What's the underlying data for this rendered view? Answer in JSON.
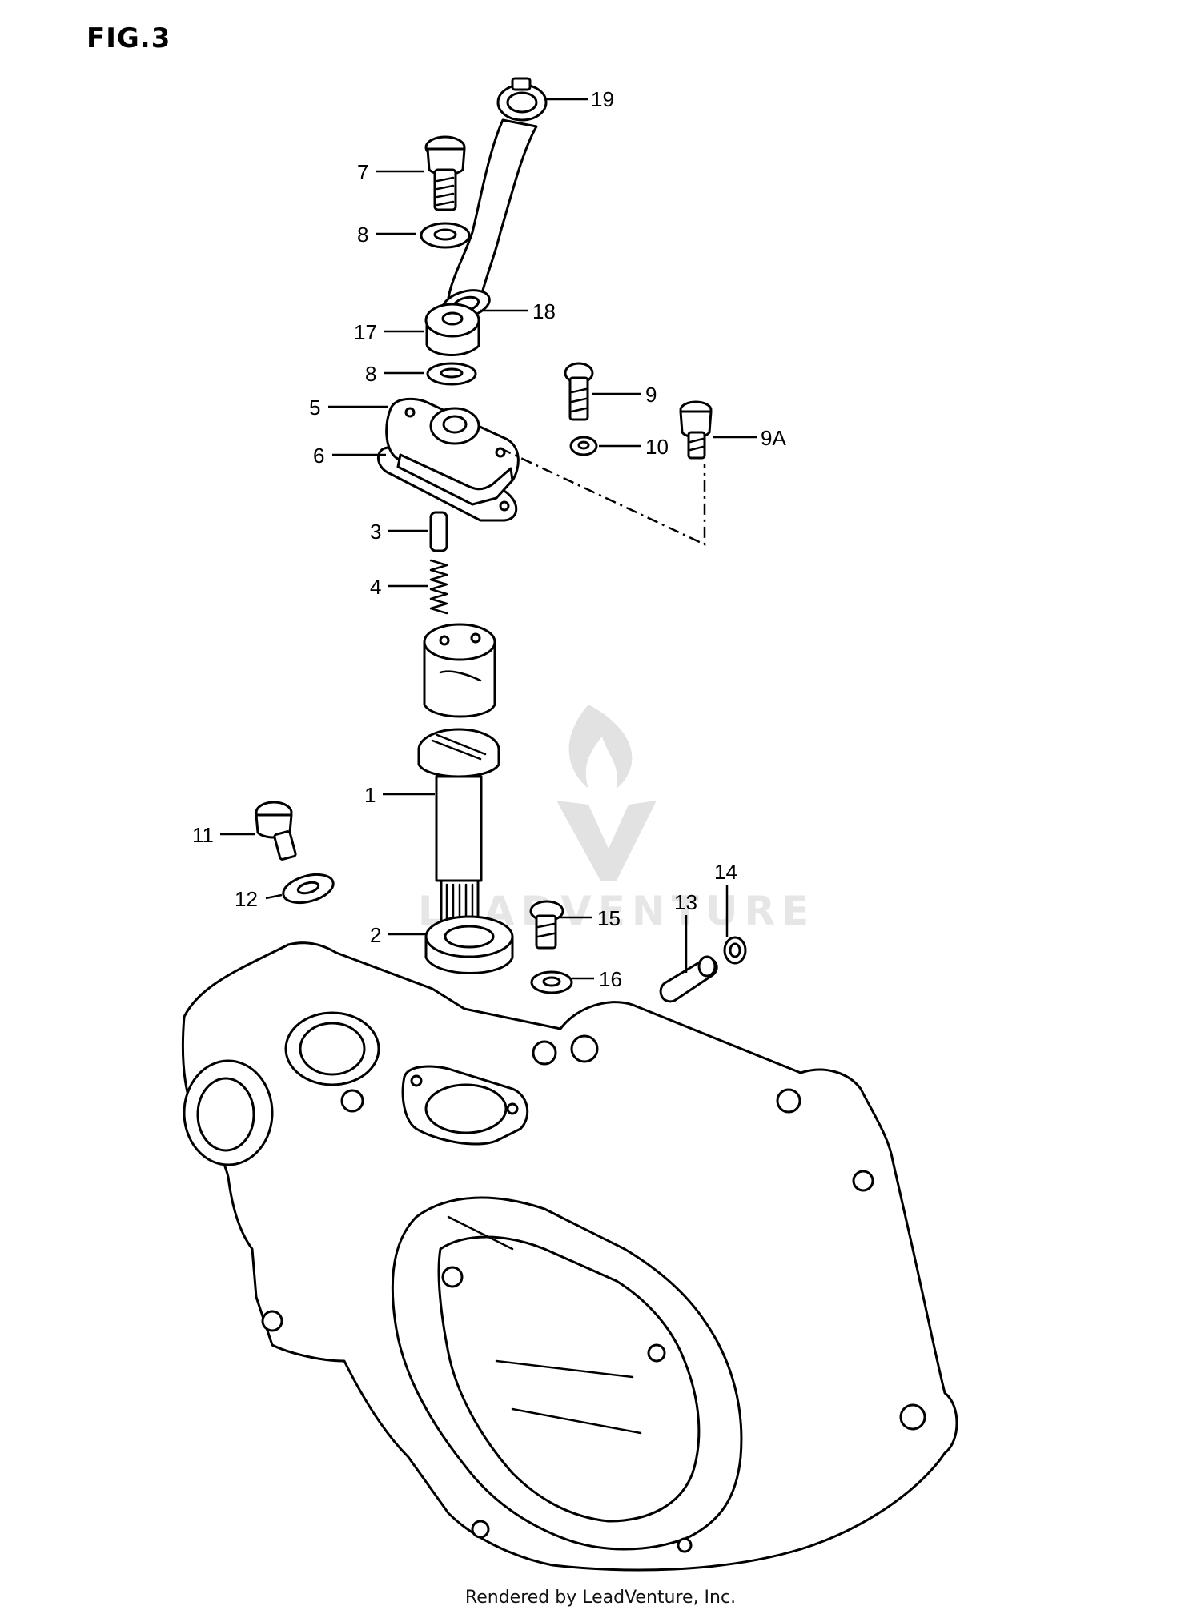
{
  "figure": {
    "title": "FIG.3"
  },
  "watermark": {
    "text": "LEADVENTURE"
  },
  "footer": {
    "text": "Rendered by LeadVenture, Inc."
  },
  "callouts": {
    "c19": "19",
    "c7": "7",
    "c8a": "8",
    "c18": "18",
    "c17": "17",
    "c8b": "8",
    "c9": "9",
    "c9a": "9A",
    "c5": "5",
    "c10": "10",
    "c6": "6",
    "c3": "3",
    "c4": "4",
    "c1": "1",
    "c11": "11",
    "c14": "14",
    "c12": "12",
    "c13": "13",
    "c15": "15",
    "c2": "2",
    "c16": "16"
  }
}
